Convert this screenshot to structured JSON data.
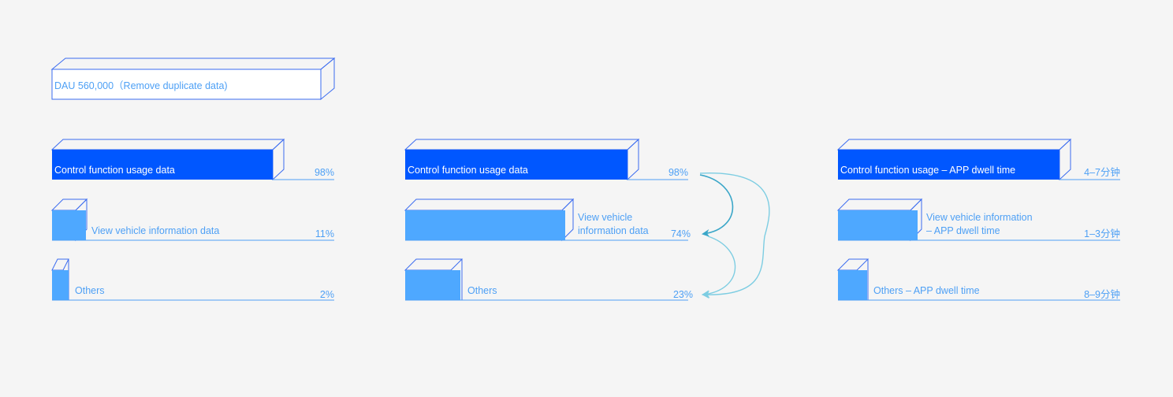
{
  "colors": {
    "background": "#f5f5f5",
    "outline": "#3b6cf0",
    "dark_fill": "#0057ff",
    "light_fill": "#4ea8ff",
    "label_text": "#4ea0f5",
    "arrow": "#7dcde2",
    "arrow_dark": "#3aa6c8"
  },
  "header": {
    "label": "DAU 560,000（Remove duplicate data)"
  },
  "panels": [
    {
      "bars": [
        {
          "label": "Control function usage data",
          "value": "98%",
          "fill_level": 0.98,
          "style": "dark"
        },
        {
          "label": "View vehicle information data",
          "value": "11%",
          "fill_level": 0.11,
          "style": "light"
        },
        {
          "label": "Others",
          "value": "2%",
          "fill_level": 0.02,
          "style": "light"
        }
      ]
    },
    {
      "bars": [
        {
          "label": "Control function usage data",
          "value": "98%",
          "fill_level": 0.98,
          "style": "dark"
        },
        {
          "label": "View vehicle information data",
          "label_lines": [
            "View vehicle",
            "information data"
          ],
          "value": "74%",
          "fill_level": 0.74,
          "style": "light"
        },
        {
          "label": "Others",
          "value": "23%",
          "fill_level": 0.23,
          "style": "light"
        }
      ]
    },
    {
      "bars": [
        {
          "label": "Control function usage – APP dwell time",
          "value": "4–7分钟",
          "style": "dark"
        },
        {
          "label": "View vehicle information – APP dwell time",
          "label_lines": [
            "View vehicle information",
            "– APP dwell time"
          ],
          "value": "1–3分钟",
          "style": "light"
        },
        {
          "label": "Others – APP dwell time",
          "value": "8–9分钟",
          "style": "light"
        }
      ]
    }
  ]
}
